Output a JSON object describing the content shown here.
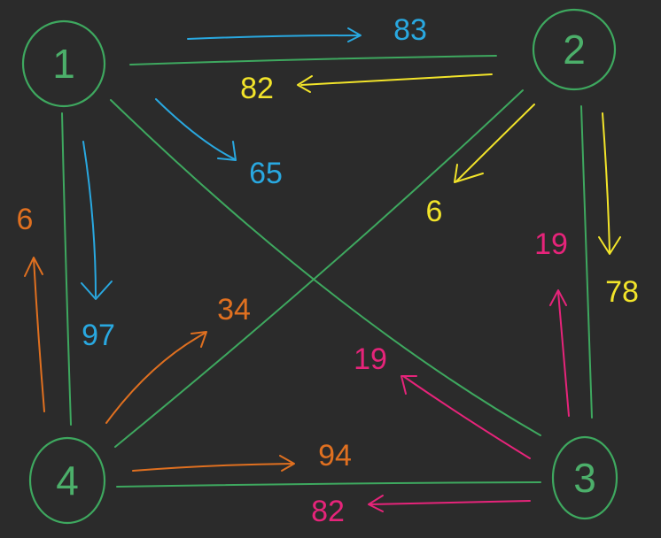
{
  "colors": {
    "background": "#2b2b2b",
    "graph": "#3ea85f",
    "node_label": "#4caf6a",
    "from_node_1": "#29a8e0",
    "from_node_2": "#f2e42a",
    "from_node_3": "#e6247a",
    "from_node_4": "#e07020"
  },
  "nodes": [
    {
      "id": "n1",
      "label": "1"
    },
    {
      "id": "n2",
      "label": "2"
    },
    {
      "id": "n3",
      "label": "3"
    },
    {
      "id": "n4",
      "label": "4"
    }
  ],
  "edges": [
    {
      "id": "e12",
      "between": [
        "1",
        "2"
      ]
    },
    {
      "id": "e14",
      "between": [
        "1",
        "4"
      ]
    },
    {
      "id": "e23",
      "between": [
        "2",
        "3"
      ]
    },
    {
      "id": "e34",
      "between": [
        "3",
        "4"
      ]
    },
    {
      "id": "e13",
      "between": [
        "1",
        "3"
      ]
    },
    {
      "id": "e24",
      "between": [
        "2",
        "4"
      ]
    }
  ],
  "arcs": [
    {
      "id": "a12",
      "from": "1",
      "to": "2",
      "weight": "83",
      "color_key": "from_node_1"
    },
    {
      "id": "a21",
      "from": "2",
      "to": "1",
      "weight": "82",
      "color_key": "from_node_2"
    },
    {
      "id": "a13",
      "from": "1",
      "to": "3",
      "weight": "65",
      "color_key": "from_node_1"
    },
    {
      "id": "a14",
      "from": "1",
      "to": "4",
      "weight": "97",
      "color_key": "from_node_1"
    },
    {
      "id": "a24",
      "from": "2",
      "to": "4",
      "weight": "6",
      "color_key": "from_node_2"
    },
    {
      "id": "a23",
      "from": "2",
      "to": "3",
      "weight": "78",
      "color_key": "from_node_2"
    },
    {
      "id": "a41",
      "from": "4",
      "to": "1",
      "weight": "6",
      "color_key": "from_node_4"
    },
    {
      "id": "a42",
      "from": "4",
      "to": "2",
      "weight": "34",
      "color_key": "from_node_4"
    },
    {
      "id": "a43",
      "from": "4",
      "to": "3",
      "weight": "94",
      "color_key": "from_node_4"
    },
    {
      "id": "a32",
      "from": "3",
      "to": "2",
      "weight": "19",
      "color_key": "from_node_3"
    },
    {
      "id": "a31",
      "from": "3",
      "to": "1",
      "weight": "19",
      "color_key": "from_node_3"
    },
    {
      "id": "a34",
      "from": "3",
      "to": "4",
      "weight": "82",
      "color_key": "from_node_3"
    }
  ]
}
